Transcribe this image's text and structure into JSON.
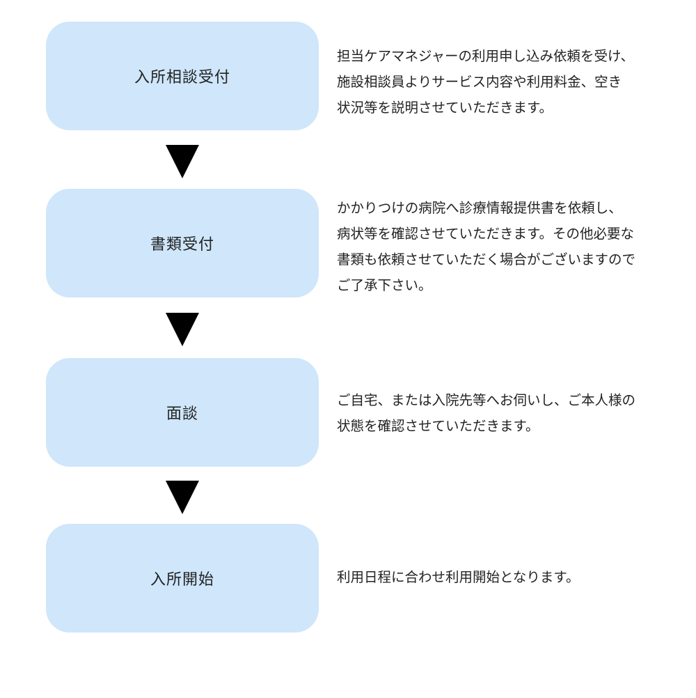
{
  "steps": [
    {
      "title": "入所相談受付",
      "description": "担当ケアマネジャーの利用申し込み依頼を受け、\n施設相談員よりサービス内容や利用料金、空き\n状況等を説明させていただきます。"
    },
    {
      "title": "書類受付",
      "description": "かかりつけの病院へ診療情報提供書を依頼し、\n病状等を確認させていただきます。その他必要な\n書類も依頼させていただく場合がございますので\nご了承下さい。"
    },
    {
      "title": "面談",
      "description": "ご自宅、または入院先等へお伺いし、ご本人様の\n状態を確認させていただきます。"
    },
    {
      "title": "入所開始",
      "description": "利用日程に合わせ利用開始となります。"
    }
  ],
  "colors": {
    "box_fill": "#cfe6fb",
    "arrow": "#000000",
    "text": "#222222"
  },
  "icons": {
    "arrow": "down-triangle-icon"
  }
}
